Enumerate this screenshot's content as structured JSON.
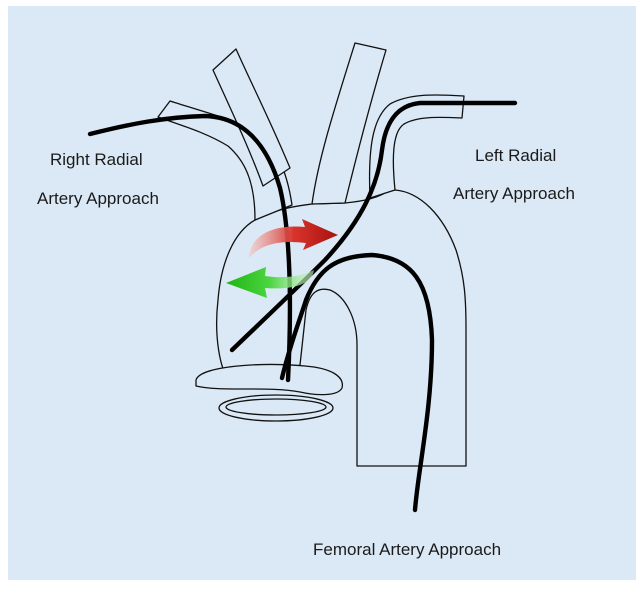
{
  "labels": {
    "right_radial_line1": "Right Radial",
    "right_radial_line2": "Artery Approach",
    "left_radial_line1": "Left Radial",
    "left_radial_line2": "Artery Approach",
    "femoral": "Femoral Artery Approach"
  },
  "colors": {
    "background": "#dbe9f6",
    "vessel_fill": "#dbe9f6",
    "outline": "#111111",
    "catheter": "#000000",
    "arrow_red": "#c8201c",
    "arrow_green": "#28c81e",
    "text": "#1a1a1a"
  }
}
